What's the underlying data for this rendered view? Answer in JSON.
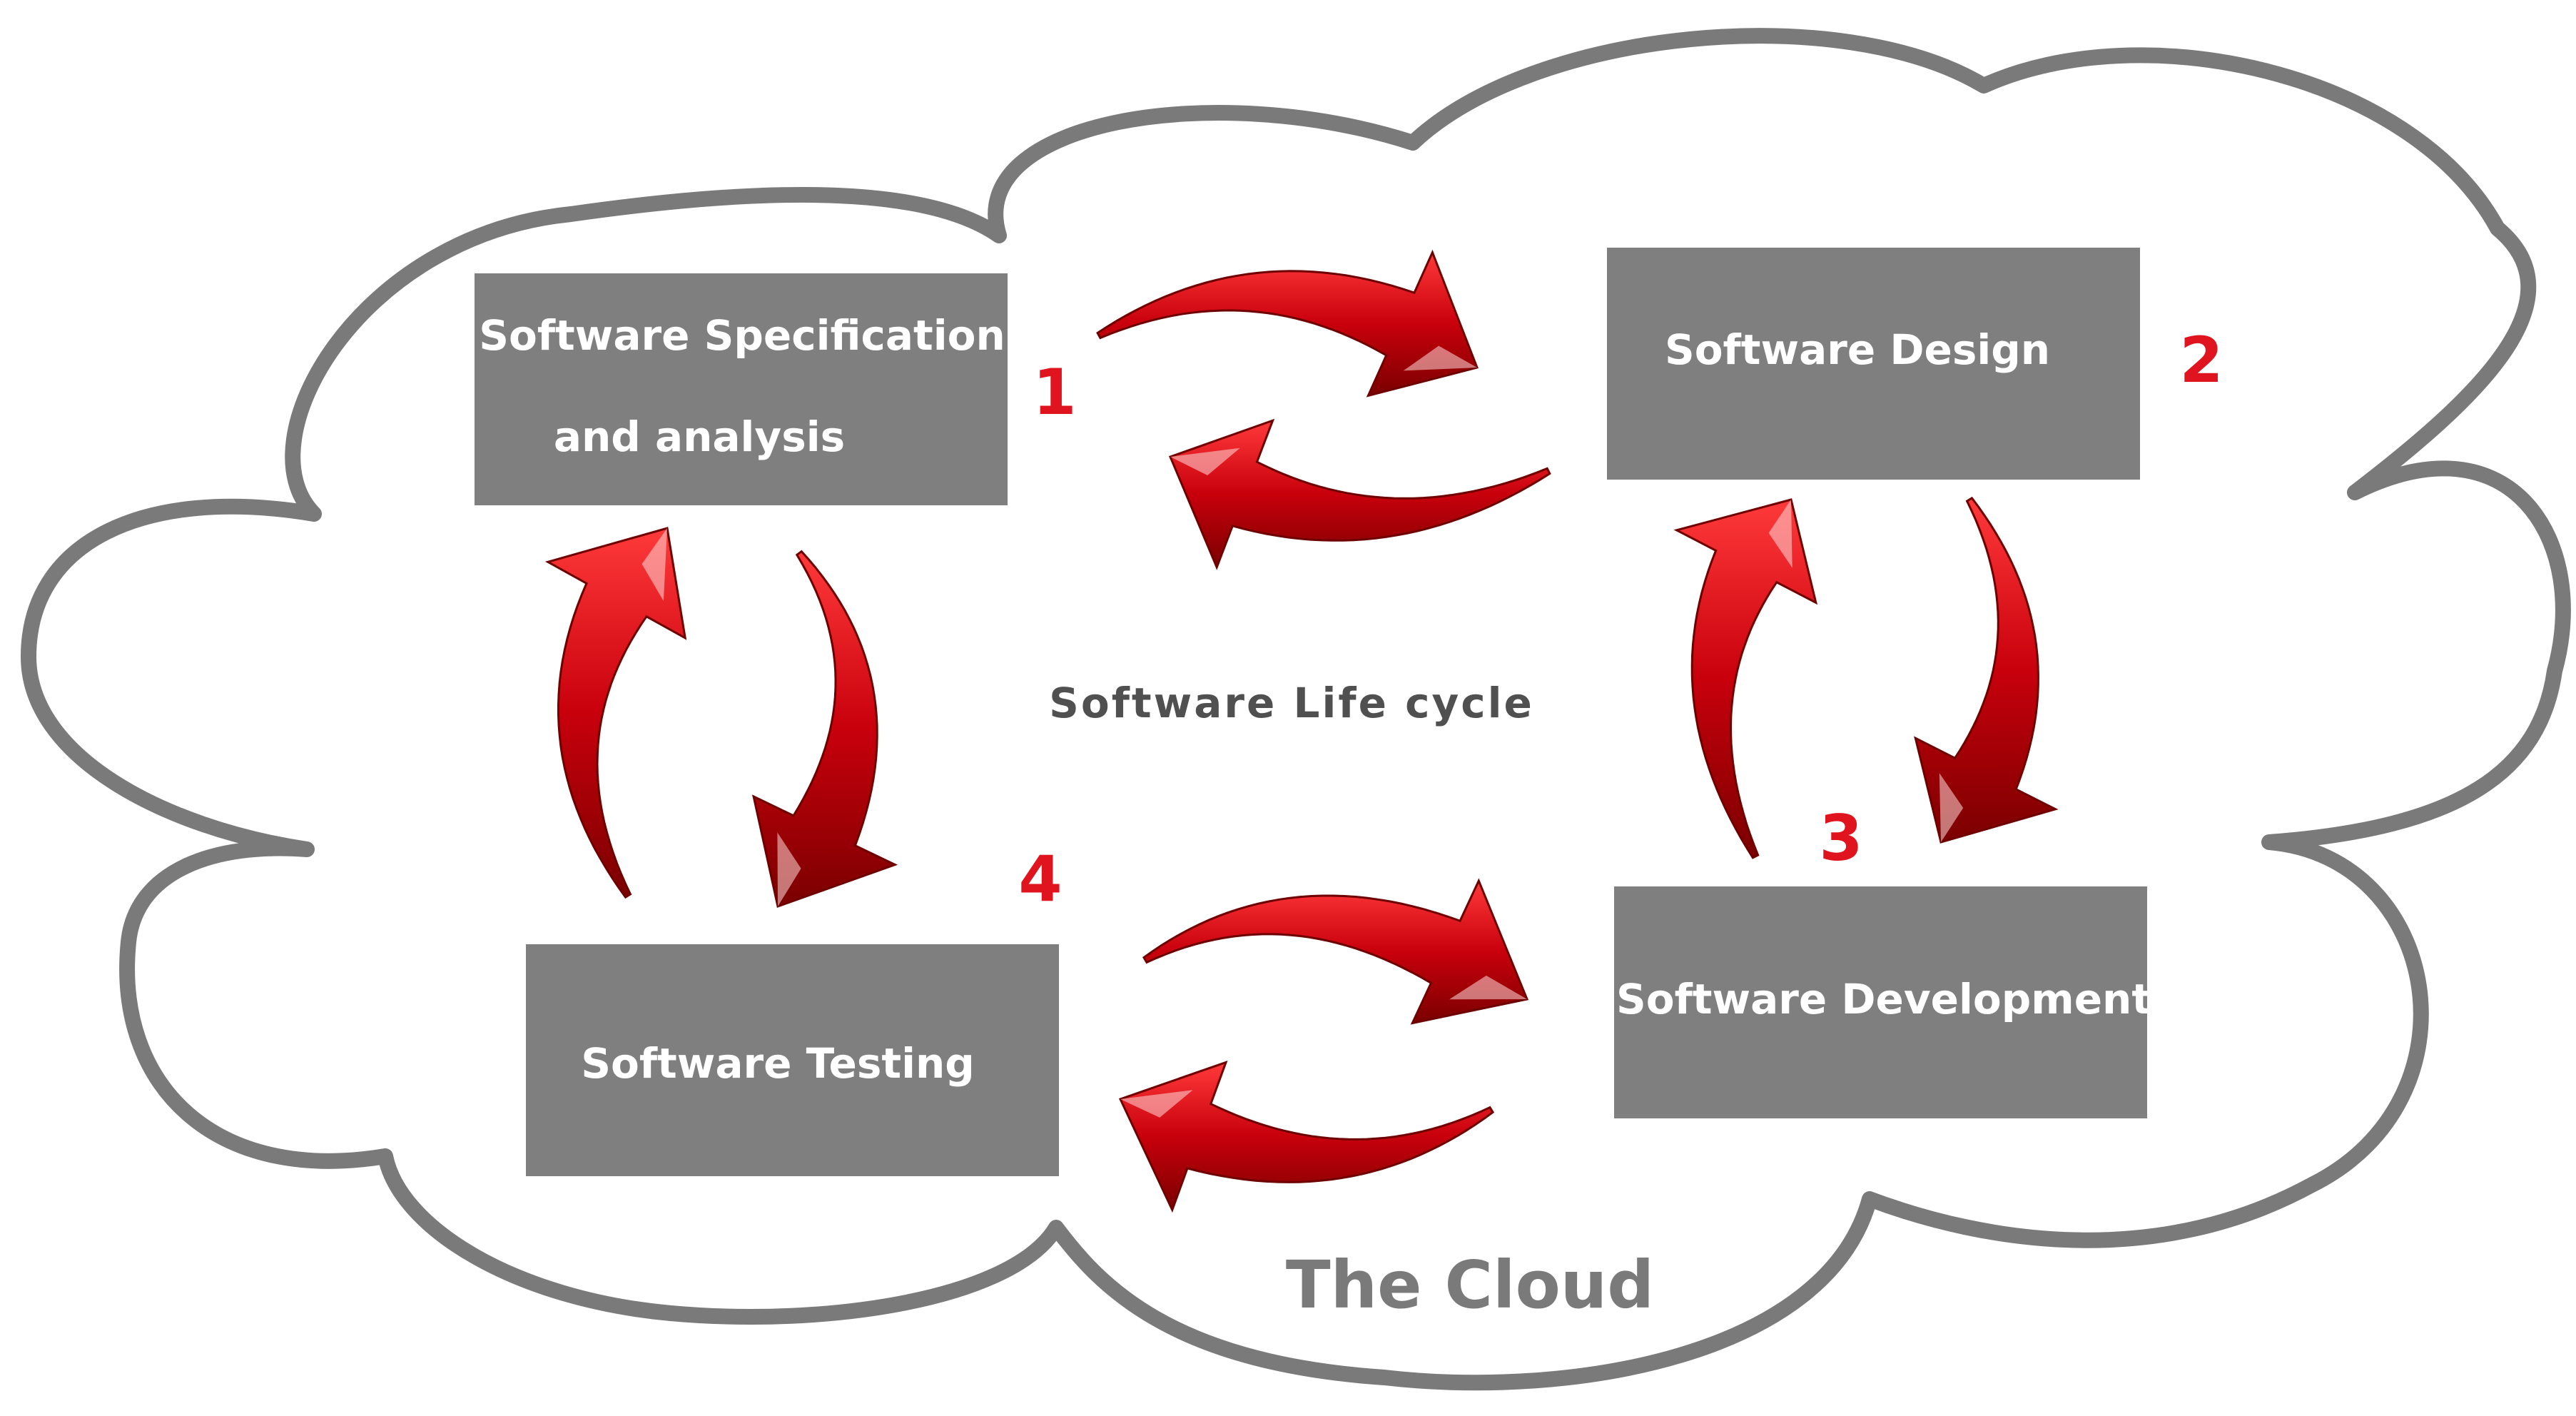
{
  "center_label": "Software Life cycle",
  "cloud_label": "The Cloud",
  "stages": [
    {
      "number": "1",
      "lines": [
        "Software Specification",
        "and analysis"
      ]
    },
    {
      "number": "2",
      "lines": [
        "Software Design"
      ]
    },
    {
      "number": "3",
      "lines": [
        "Software Development"
      ]
    },
    {
      "number": "4",
      "lines": [
        "Software Testing"
      ]
    }
  ],
  "colors": {
    "box": "#7f7f7f",
    "box_text": "#ffffff",
    "number": "#e0141e",
    "arrow": "#c0000c",
    "cloud_outline": "#7a7a7a"
  }
}
